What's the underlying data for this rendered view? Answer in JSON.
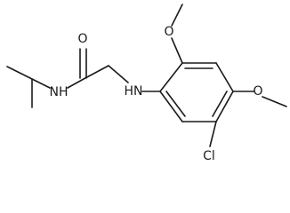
{
  "atom_labels": {
    "carbonyl_oxygen": "O",
    "amide_nitrogen": "NH",
    "amine_nitrogen": "HN",
    "ortho_methoxy_oxygen": "O",
    "para_methoxy_oxygen": "O",
    "chlorine": "Cl"
  },
  "colors": {
    "bond": "#1a1a1a",
    "label": "#1a1a1a",
    "background": "#ffffff"
  }
}
